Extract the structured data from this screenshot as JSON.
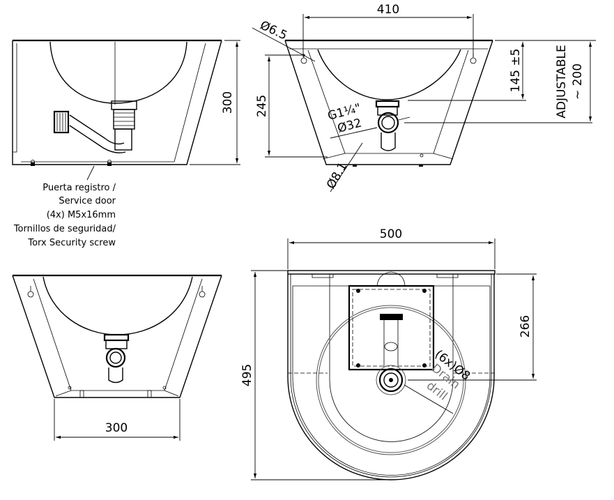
{
  "side_view": {
    "height_dim": "300",
    "callout_lines": [
      "Puerta registro /",
      "Service door",
      "(4x) M5x16mm",
      "Tornillos de seguridad/",
      "Torx Security screw"
    ]
  },
  "front_view": {
    "width_dim": "410",
    "hole_dim": "Ø6.5",
    "height_dim": "245",
    "outlet_thread": "G1¼\"",
    "outlet_diameter": "Ø32",
    "bottom_hole_dim": "Ø8.1",
    "drain_height_dim": "145 ±5",
    "adjustable_label": "ADJUSTABLE",
    "adjustable_value": "~ 200"
  },
  "rear_view": {
    "width_dim": "300"
  },
  "plan_view": {
    "width_dim": "500",
    "depth_dim": "495",
    "drain_offset_dim": "266",
    "drill_label": "(6x)Ø8",
    "drain_label": "Drain",
    "drill_word": "drill"
  }
}
